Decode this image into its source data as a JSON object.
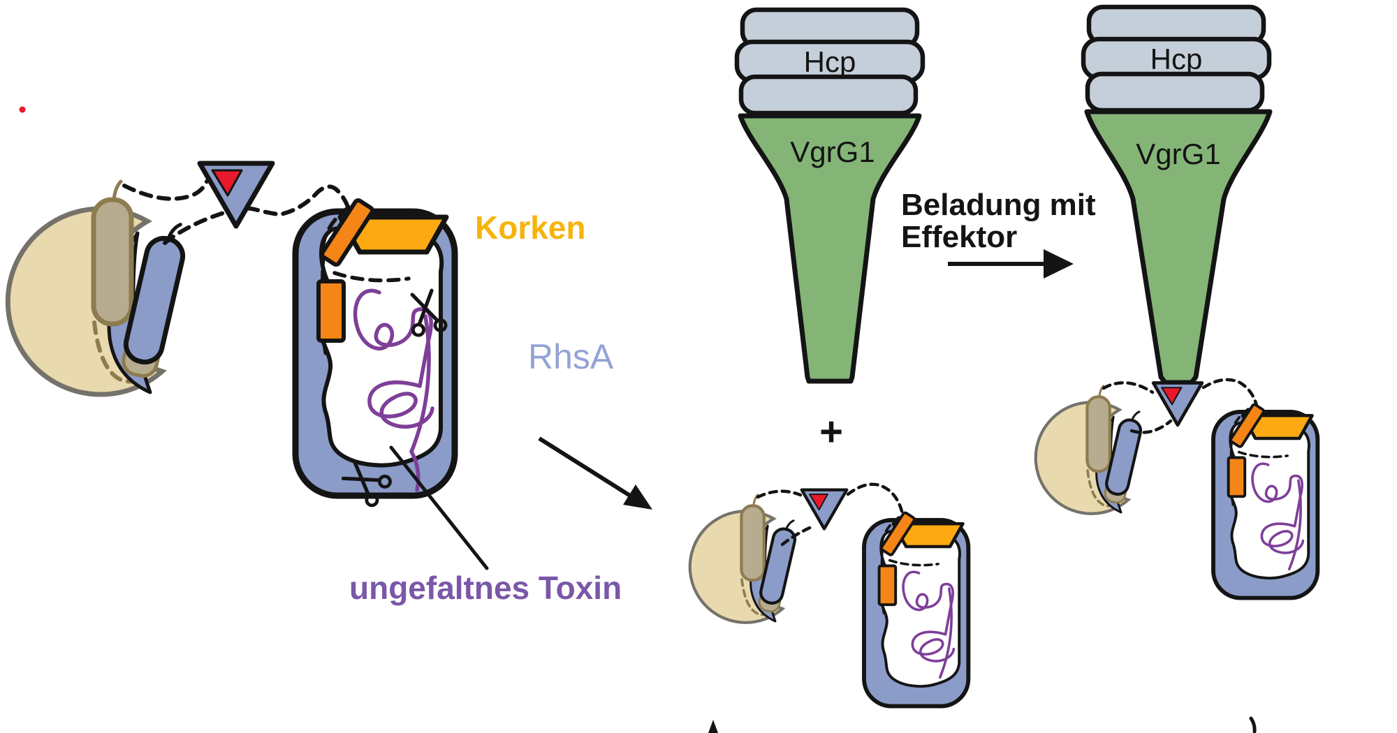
{
  "diagram": {
    "labels": {
      "cork": "Korken",
      "rhsa": "RhsA",
      "unfolded_toxin": "ungefaltnes Toxin",
      "hcp": "Hcp",
      "vgrg1": "VgrG1",
      "loading_line1": "Beladung mit",
      "loading_line2": "Effektor",
      "plus": "+"
    },
    "colors": {
      "capsule_blue": "#8B9CC8",
      "crescent_tan": "#E9D9AE",
      "rod_tan": "#B7AC8F",
      "rod_tan_border": "#8D7C4F",
      "hcp_gray": "#C5CFDA",
      "vgrg_green": "#84B577",
      "cork_orange": "#FCA912",
      "plug_orange": "#F58517",
      "effector_red": "#E8192C",
      "toxin_purple": "#7E3F98",
      "label_gold": "#F6B40B",
      "label_periwinkle": "#93A3D5",
      "label_purple": "#7A57A8",
      "outline_black": "#141414"
    }
  }
}
